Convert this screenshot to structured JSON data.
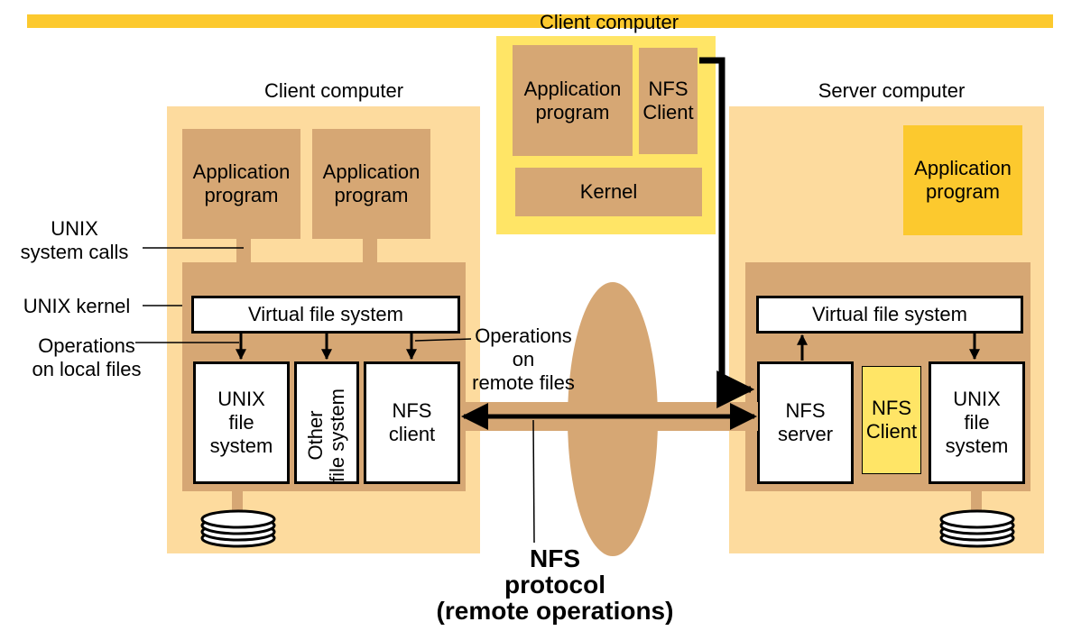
{
  "top_client": {
    "title": "Client computer",
    "app_label": "Application\nprogram",
    "nfs_client_label": "NFS\nClient",
    "kernel_label": "Kernel"
  },
  "left_client": {
    "title": "Client computer",
    "app1_label": "Application\nprogram",
    "app2_label": "Application\nprogram",
    "vfs_label": "Virtual file system",
    "unix_fs_label": "UNIX\nfile\nsystem",
    "other_fs_label": "Other\nfile system",
    "nfs_client_label": "NFS\nclient"
  },
  "server": {
    "title": "Server computer",
    "app_label": "Application\nprogram",
    "vfs_label": "Virtual file system",
    "nfs_server_label": "NFS\nserver",
    "nfs_client_label": "NFS\nClient",
    "unix_fs_label": "UNIX\nfile\nsystem"
  },
  "annotations": {
    "syscalls": "UNIX\nsystem calls",
    "kernel": "UNIX kernel",
    "local_ops": "Operations\non local files",
    "remote_ops": "Operations\non\nremote files",
    "protocol": "NFS\nprotocol\n(remote operations)"
  },
  "colors": {
    "banner": "#fcc92e",
    "pale": "#fddb9e",
    "tan": "#d6a774",
    "bright": "#fcc92e",
    "highlight": "#ffe566"
  }
}
